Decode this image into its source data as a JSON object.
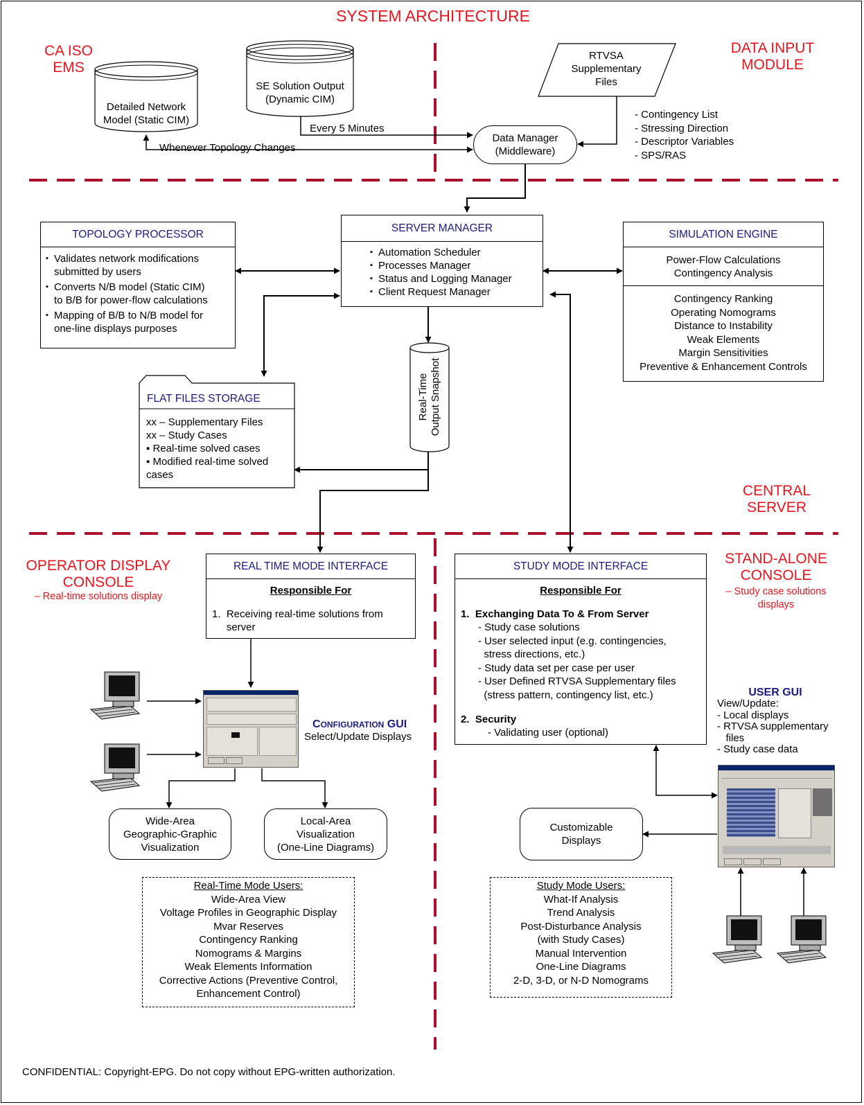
{
  "title": "SYSTEM ARCHITECTURE",
  "regions": {
    "ca_iso_ems": "CA ISO\nEMS",
    "data_input_module": "DATA INPUT\nMODULE",
    "central_server": "CENTRAL\nSERVER",
    "operator_console": "OPERATOR DISPLAY\nCONSOLE",
    "operator_console_sub": "– Real-time solutions display",
    "standalone_console": "STAND-ALONE\nCONSOLE",
    "standalone_console_sub": "– Study case solutions\ndisplays"
  },
  "data_stores": {
    "network_model": "Detailed Network\nModel (Static CIM)",
    "se_solution": "SE Solution Output\n(Dynamic CIM)",
    "rtvsa_files": "RTVSA\nSupplementary\nFiles",
    "data_manager": "Data Manager\n(Middleware)",
    "every_5_minutes": "Every 5 Minutes",
    "whenever_topology": "Whenever Topology Changes",
    "rtvsa_items": [
      "- Contingency List",
      "- Stressing Direction",
      "- Descriptor Variables",
      "- SPS/RAS"
    ]
  },
  "topology_processor": {
    "title": "TOPOLOGY PROCESSOR",
    "items": [
      "Validates network modifications\nsubmitted by users",
      "Converts N/B model (Static CIM)\nto B/B for power-flow calculations",
      "Mapping of B/B to N/B model for\none-line displays purposes"
    ]
  },
  "server_manager": {
    "title": "SERVER MANAGER",
    "items": [
      "Automation Scheduler",
      "Processes Manager",
      "Status and Logging Manager",
      "Client Request Manager"
    ]
  },
  "simulation_engine": {
    "title": "SIMULATION ENGINE",
    "top": "Power-Flow Calculations\nContingency Analysis",
    "bottom": "Contingency Ranking\nOperating Nomograms\nDistance to Instability\nWeak Elements\nMargin Sensitivities\nPreventive & Enhancement Controls"
  },
  "flat_files": {
    "title": "FLAT FILES STORAGE",
    "lines": "xx – Supplementary Files\nxx – Study Cases\n▪ Real-time solved cases\n▪ Modified real-time solved\ncases"
  },
  "snapshot": "Real-Time\nOutput Snapshot",
  "real_time_interface": {
    "title": "REAL TIME MODE INTERFACE",
    "responsible": "Responsible For",
    "body": "1.  Receiving real-time solutions from\n     server"
  },
  "study_interface": {
    "title": "STUDY MODE INTERFACE",
    "responsible": "Responsible For",
    "item1": "1.  Exchanging Data To & From Server",
    "item1_subs": "- Study case solutions\n- User selected input (e.g. contingencies,\n  stress directions, etc.)\n- Study data set per case per user\n- User Defined RTVSA Supplementary files\n  (stress pattern, contingency list, etc.)",
    "item2": "2.  Security",
    "item2_subs": "- Validating user (optional)"
  },
  "config_gui": {
    "title_prefix": "C",
    "title_small": "ONFIGURATION",
    "title_suffix": " GUI",
    "subtitle": "Select/Update Displays"
  },
  "user_gui": {
    "title": "USER GUI",
    "body": "View/Update:\n- Local displays\n- RTVSA supplementary\n   files\n- Study case data"
  },
  "visualizations": {
    "wide_area": "Wide-Area\nGeographic-Graphic\nVisualization",
    "local_area": "Local-Area\nVisualization\n(One-Line Diagrams)",
    "customizable": "Customizable\nDisplays"
  },
  "real_time_users": {
    "title": "Real-Time Mode Users:",
    "items": "Wide-Area View\nVoltage Profiles in Geographic Display\nMvar Reserves\nContingency Ranking\nNomograms & Margins\nWeak Elements Information\nCorrective Actions (Preventive Control,\nEnhancement Control)"
  },
  "study_users": {
    "title": "Study Mode Users:",
    "items": "What-If Analysis\nTrend Analysis\nPost-Disturbance Analysis\n(with Study Cases)\nManual Intervention\nOne-Line Diagrams\n2-D, 3-D, or N-D Nomograms"
  },
  "footer": {
    "label": "CONFIDENTIAL:",
    "text": " Copyright-EPG. Do not copy without EPG-written authorization."
  },
  "colors": {
    "accent_red": "#e8141c",
    "divider_red": "#a8102c",
    "title_navy": "#1a1a80"
  }
}
